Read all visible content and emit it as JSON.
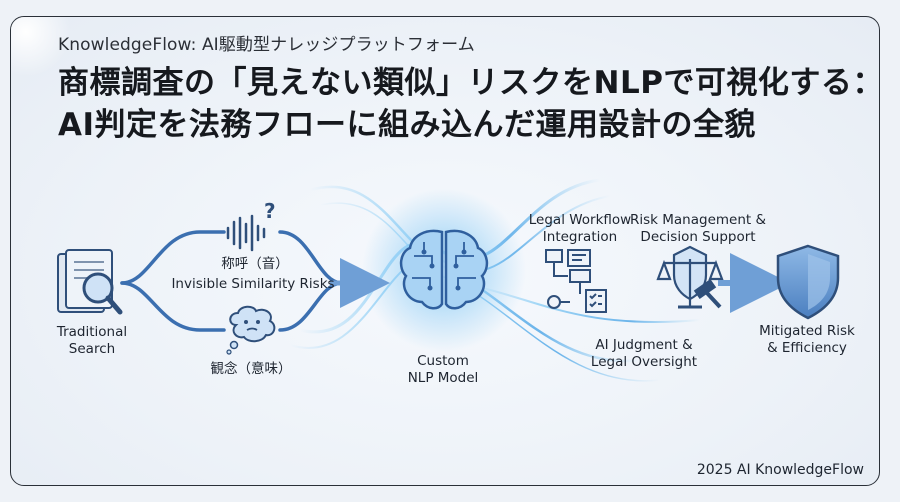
{
  "header": {
    "brand": "KnowledgeFlow:  AI駆動型ナレッジプラットフォーム",
    "title_line1": "商標調査の「見えない類似」リスクをNLPで可視化する：",
    "title_line2": "AI判定を法務フローに組み込んだ運用設計の全貌"
  },
  "diagram": {
    "traditional_search": [
      "Traditional",
      "Search"
    ],
    "sound_label": "称呼（音）",
    "invisible_risks": "Invisible Similarity Risks",
    "meaning_label": "観念（意味）",
    "nlp_model": [
      "Custom",
      "NLP Model"
    ],
    "legal_workflow": [
      "Legal Workflow",
      "Integration"
    ],
    "risk_management": [
      "Risk Management &",
      "Decision Support"
    ],
    "ai_judgment": [
      "AI Judgment &",
      "Legal Oversight"
    ],
    "mitigated": [
      "Mitigated Risk",
      "& Efficiency"
    ]
  },
  "icons": {
    "documents": "document-search-icon",
    "sound": "sound-wave-question-icon",
    "thought": "thought-cloud-icon",
    "brain": "brain-circuit-icon",
    "workflow": "flowchart-icon",
    "scales": "scales-gavel-icon",
    "shield": "shield-icon"
  },
  "colors": {
    "accent": "#3b6fb0",
    "glow": "#7fc6f2",
    "arrow": "#6f9fd6"
  },
  "footer": "2025 AI KnowledgeFlow"
}
